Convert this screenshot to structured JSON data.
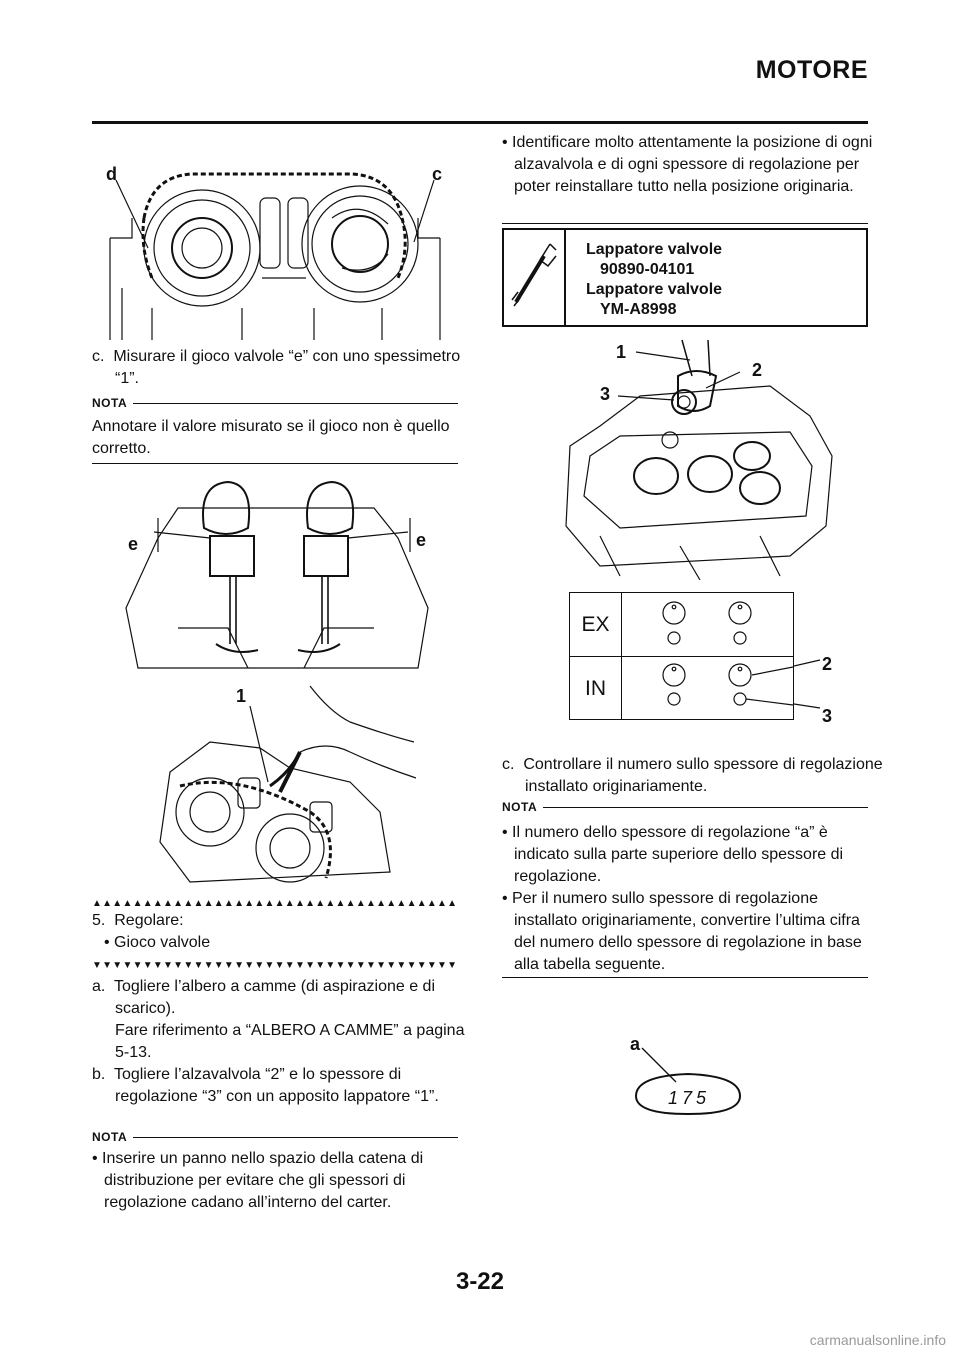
{
  "header": {
    "title": "MOTORE"
  },
  "page_number": "3-22",
  "watermark": "carmanualsonline.info",
  "left_column": {
    "fig1_labels": {
      "d": "d",
      "c": "c"
    },
    "step_c": {
      "marker": "c.",
      "text": "Misurare il gioco valvole “e” con uno spessi­metro “1”."
    },
    "nota1": {
      "label": "NOTA",
      "text": "Annotare il valore misurato se il gioco non è quello corretto."
    },
    "fig2_labels": {
      "e_left": "e",
      "e_right": "e"
    },
    "fig3_labels": {
      "one": "1"
    },
    "step5": {
      "marker": "5.",
      "text": "Regolare:",
      "sub": "Gioco valvole"
    },
    "step_a": {
      "marker": "a.",
      "text": "Togliere l’albero a camme (di aspirazione e di scarico).",
      "ref": "Fare riferimento a “ALBERO A CAMME” a pagina 5-13."
    },
    "step_b": {
      "marker": "b.",
      "text": "Togliere l’alzavalvola “2” e lo spessore di regolazione “3” con un apposito lappatore “1”."
    },
    "nota2": {
      "label": "NOTA",
      "bullet": "Inserire un panno nello spazio della catena di distribuzione per evitare che gli spessori di regolazione cadano all’interno del carter."
    }
  },
  "right_column": {
    "bullet_top": "Identificare molto attentamente la posizione di ogni alzavalvola e di ogni spessore di rego­lazione per poter reinstallare tutto nella po­sizione originaria.",
    "tool": {
      "name1": "Lappatore valvole",
      "code1": "90890-04101",
      "name2": "Lappatore valvole",
      "code2": "YM-A8998"
    },
    "fig4_labels": {
      "one": "1",
      "two": "2",
      "three": "3"
    },
    "shim_table": {
      "row1": "EX",
      "row2": "IN",
      "label2": "2",
      "label3": "3"
    },
    "step_c": {
      "marker": "c.",
      "text": "Controllare il numero sullo spessore di rego­lazione installato originariamente."
    },
    "nota3": {
      "label": "NOTA",
      "bullet1": "Il numero dello spessore di regolazione “a” è indicato sulla parte superiore dello spessore di regolazione.",
      "bullet2": "Per il numero sullo spessore di regolazione installato originariamente, convertire l’ultima cifra del numero dello spessore di regolazione in base alla tabella seguente."
    },
    "shim_fig": {
      "a": "a",
      "number": "175"
    }
  }
}
